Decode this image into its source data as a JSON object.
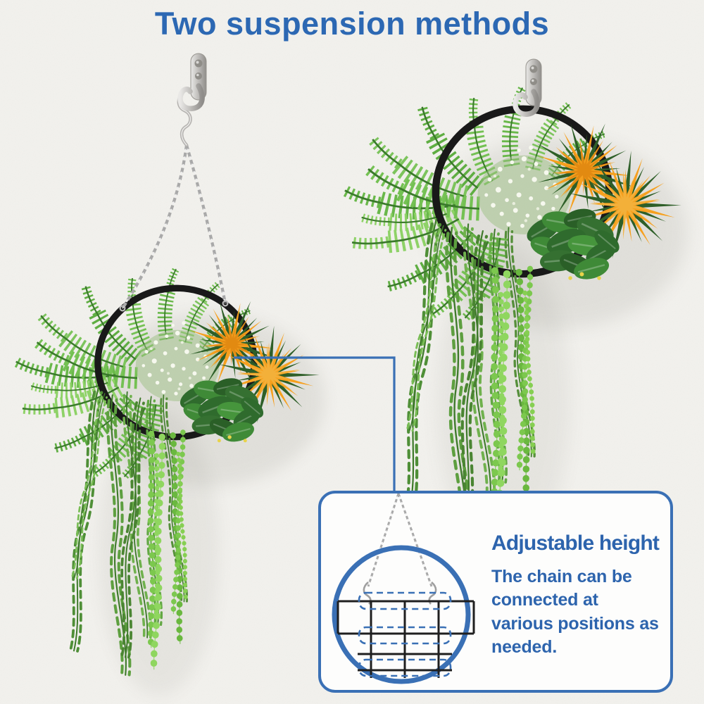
{
  "title": "Two suspension methods",
  "callout": {
    "heading": "Adjustable height",
    "body": "The chain can be connected at various positions as needed."
  },
  "illustration_parts": [
    "metal wall hook",
    "silver hanging chain with S-hook",
    "black metal hoop planter",
    "fern fronds",
    "white flower cluster",
    "orange spiky flowers",
    "dark green leaves",
    "trailing willow vines",
    "trailing bead vines",
    "metal grid with dashed alternative chain positions"
  ],
  "colors": {
    "title_blue": "#2c68b3",
    "callout_blue": "#3a70b5",
    "text_blue": "#2d64ad",
    "background": "#f3f2ee",
    "callout_background": "#fdfdfc",
    "hoop_black": "#191919",
    "grid_black": "#1f1f1f",
    "chain_silver": "#a9a9a9",
    "hook_metal": "#b7b5b2",
    "fern_green": "#6ab54a",
    "willow_green": "#5d9f3f",
    "bead_green": "#7cc84e",
    "dark_leaf_green": "#2f6b2d",
    "flower_orange": "#f6a01e",
    "flower_white": "#f6f8ee"
  }
}
